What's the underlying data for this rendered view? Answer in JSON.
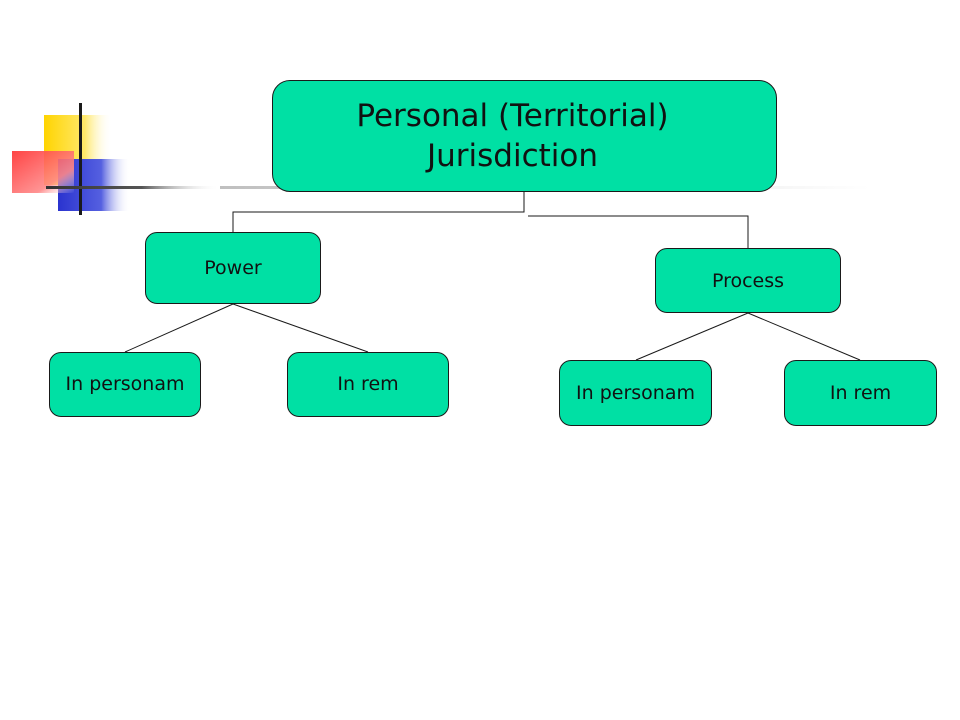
{
  "diagram": {
    "root": {
      "line1": "Personal (Territorial)",
      "line2": "Jurisdiction"
    },
    "branches": [
      {
        "label": "Power",
        "children": [
          "In personam",
          "In rem"
        ]
      },
      {
        "label": "Process",
        "children": [
          "In personam",
          "In rem"
        ]
      }
    ]
  },
  "colors": {
    "node_fill": "#00e0a4",
    "node_border": "#1a1a1a",
    "decor_yellow": "#ffd400",
    "decor_red": "#ff4a4a",
    "decor_blue": "#2e3bd6"
  }
}
